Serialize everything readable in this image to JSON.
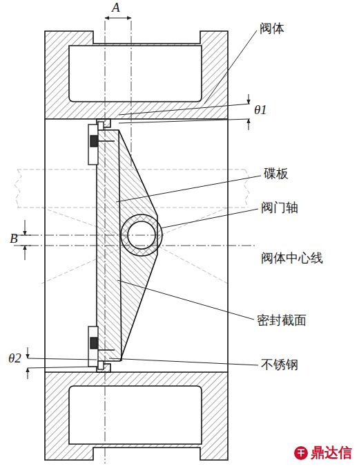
{
  "diagram": {
    "labels": [
      "A",
      "阀体",
      "θ1",
      "碟板",
      "阀门轴",
      "B",
      "阀体中心线",
      "密封截面",
      "θ2",
      "不锈钢",
      "鼎达信"
    ]
  }
}
